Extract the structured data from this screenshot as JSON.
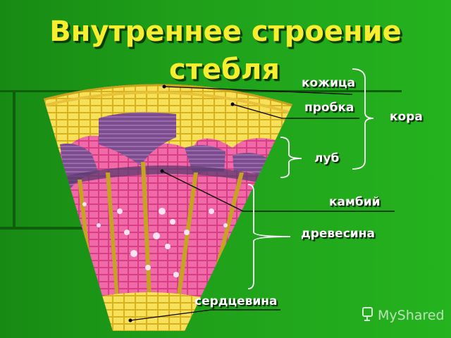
{
  "title": {
    "line1": "Внутреннее строение",
    "line2": "стебля"
  },
  "labels": {
    "skin": "кожица",
    "cork": "пробка",
    "bark": "кора",
    "phloem": "луб",
    "cambium": "камбий",
    "wood": "древесина",
    "pith": "сердцевина"
  },
  "watermark": {
    "text": "MyShared"
  },
  "colors": {
    "background": "#1f9f1a",
    "title": "#f7ee2f",
    "label": "#ffffff",
    "leader_line": "#000000",
    "bracket": "#ffffff"
  }
}
